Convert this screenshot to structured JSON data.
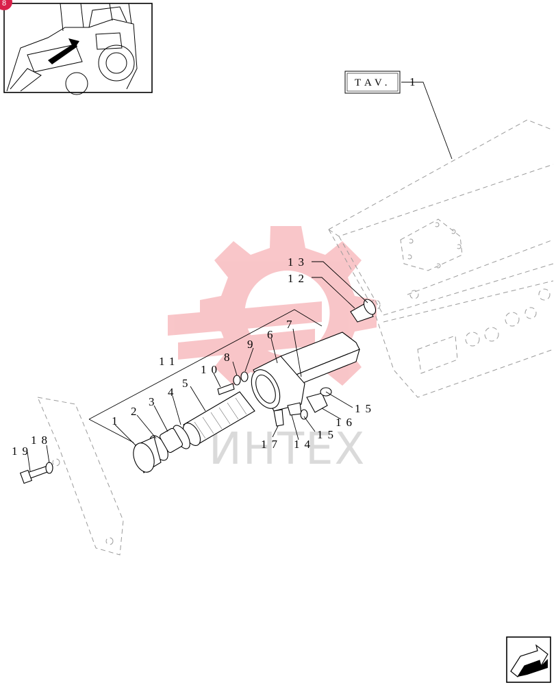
{
  "thumbnail": {
    "badge_text": "8"
  },
  "tav_ref": {
    "label": "TAV.",
    "number": "1"
  },
  "callouts": {
    "c1": "1",
    "c2": "2",
    "c3": "3",
    "c4": "4",
    "c5": "5",
    "c6": "6",
    "c7": "7",
    "c8": "8",
    "c9": "9",
    "c10": "10",
    "c11": "11",
    "c12": "12",
    "c13": "13",
    "c14": "14",
    "c15a": "15",
    "c15b": "15",
    "c16": "16",
    "c17": "17",
    "c18": "18",
    "c19": "19"
  },
  "watermark": {
    "text": "ИНТЕХ"
  },
  "colors": {
    "watermark_gear": "#e8323c",
    "badge": "#d9204a"
  },
  "icons": {
    "next_page": "next-page-arrow-icon"
  }
}
